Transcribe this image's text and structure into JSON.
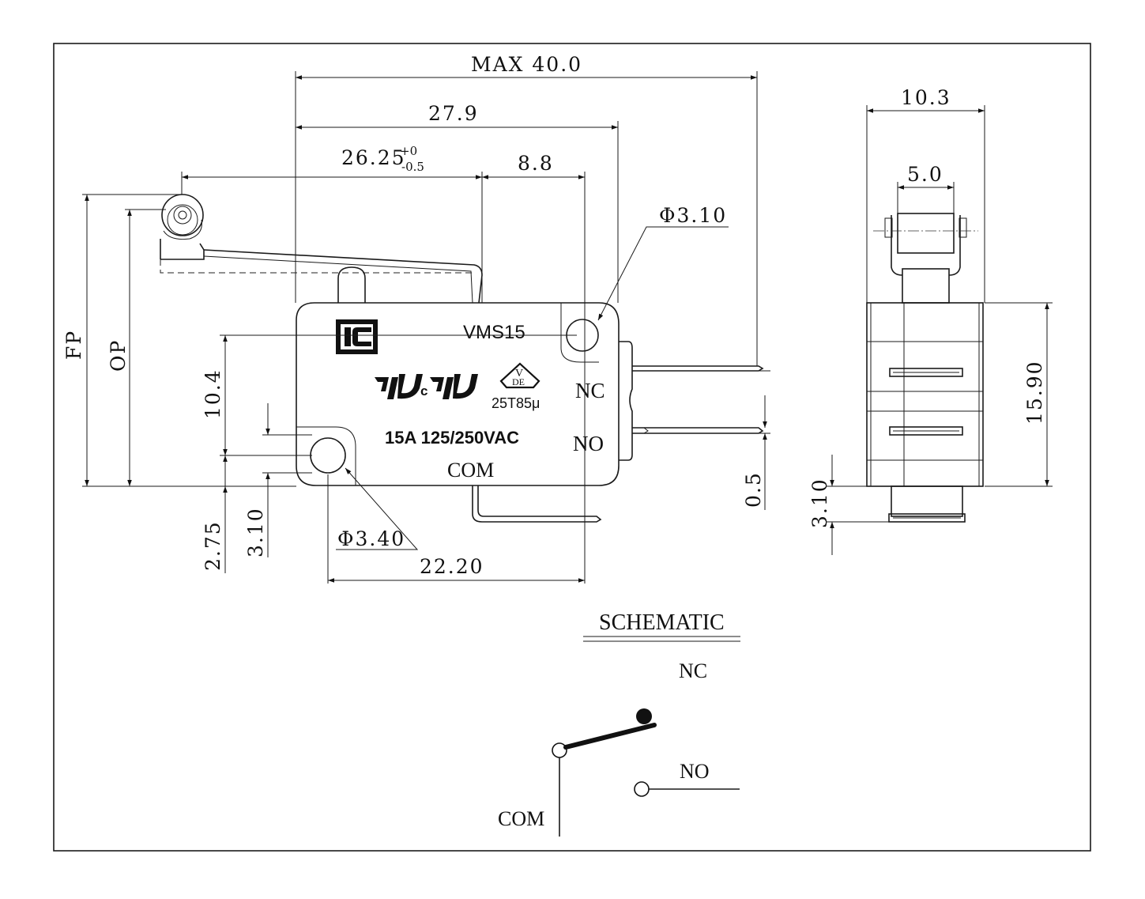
{
  "dimensions": {
    "max_length": "MAX 40.0",
    "body_length": "27.9",
    "lever_pivot": "26.25",
    "lever_tol_plus": "+0",
    "lever_tol_minus": "-0.5",
    "terminal_offset": "8.8",
    "hole_dia_top": "Φ3.10",
    "height_10_4": "10.4",
    "fp": "FP",
    "op": "OP",
    "dim_2_75": "2.75",
    "dim_3_10_left": "3.10",
    "hole_dia_bottom": "Φ3.40",
    "hole_spacing": "22.20",
    "dim_0_5": "0.5",
    "width_10_3": "10.3",
    "roller_width": "5.0",
    "height_15_90": "15.90",
    "dim_3_10_side": "3.10"
  },
  "body_marks": {
    "model": "VMS15",
    "rating": "15A 125/250VAC",
    "temp_code": "25T85μ",
    "vde_top": "V",
    "vde_bottom": "DE"
  },
  "terminals": {
    "nc": "NC",
    "no": "NO",
    "com": "COM"
  },
  "schematic": {
    "title": "SCHEMATIC",
    "nc": "NC",
    "no": "NO",
    "com": "COM"
  }
}
